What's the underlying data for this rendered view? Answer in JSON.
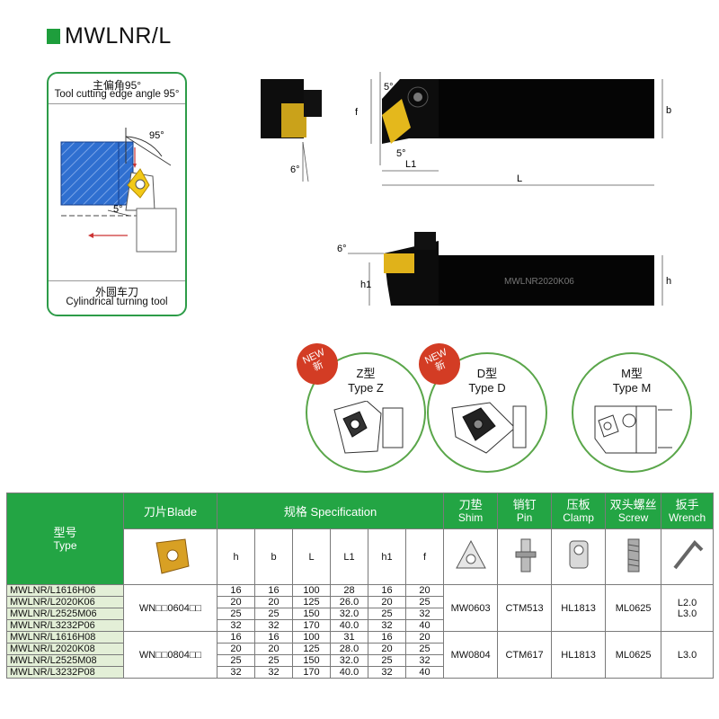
{
  "title": "MWLNR/L",
  "angle_box": {
    "zh": "主偏角95°",
    "en": "Tool cutting edge angle 95°",
    "angle_95": "95°",
    "angle_5": "5°",
    "bottom_zh": "外圆车刀",
    "bottom_en": "Cylindrical turning tool"
  },
  "drawing": {
    "angle_5_top": "5°",
    "angle_5_bottom": "5°",
    "angle_6_left": "6°",
    "angle_6_side": "6°",
    "f": "f",
    "b": "b",
    "L1": "L1",
    "L": "L",
    "h": "h",
    "h1": "h1",
    "engraving": "MWLNR2020K06"
  },
  "types": [
    {
      "zh": "Z型",
      "en": "Type Z",
      "badge": "NEW",
      "badge_zh": "新"
    },
    {
      "zh": "D型",
      "en": "Type D",
      "badge": "NEW",
      "badge_zh": "新"
    },
    {
      "zh": "M型",
      "en": "Type M"
    }
  ],
  "table": {
    "headers": {
      "type_zh": "型号",
      "type_en": "Type",
      "blade": "刀片Blade",
      "spec": "规格 Specification",
      "shim_zh": "刀垫",
      "shim_en": "Shim",
      "pin_zh": "销钉",
      "pin_en": "Pin",
      "clamp_zh": "压板",
      "clamp_en": "Clamp",
      "screw_zh": "双头螺丝",
      "screw_en": "Screw",
      "wrench_zh": "扳手",
      "wrench_en": "Wrench"
    },
    "params": [
      "h",
      "b",
      "L",
      "L1",
      "h1",
      "f"
    ],
    "groups": [
      {
        "blade": "WN□□0604□□",
        "shim": "MW0603",
        "pin": "CTM513",
        "clamp": "HL1813",
        "screw": "ML0625",
        "wrench": "L2.0\nL3.0",
        "rows": [
          {
            "type": "MWLNR/L1616H06",
            "v": [
              "16",
              "16",
              "100",
              "28",
              "16",
              "20"
            ]
          },
          {
            "type": "MWLNR/L2020K06",
            "v": [
              "20",
              "20",
              "125",
              "26.0",
              "20",
              "25"
            ]
          },
          {
            "type": "MWLNR/L2525M06",
            "v": [
              "25",
              "25",
              "150",
              "32.0",
              "25",
              "32"
            ]
          },
          {
            "type": "MWLNR/L3232P06",
            "v": [
              "32",
              "32",
              "170",
              "40.0",
              "32",
              "40"
            ]
          }
        ]
      },
      {
        "blade": "WN□□0804□□",
        "shim": "MW0804",
        "pin": "CTM617",
        "clamp": "HL1813",
        "screw": "ML0625",
        "wrench": "L3.0",
        "rows": [
          {
            "type": "MWLNR/L1616H08",
            "v": [
              "16",
              "16",
              "100",
              "31",
              "16",
              "20"
            ]
          },
          {
            "type": "MWLNR/L2020K08",
            "v": [
              "20",
              "20",
              "125",
              "28.0",
              "20",
              "25"
            ]
          },
          {
            "type": "MWLNR/L2525M08",
            "v": [
              "25",
              "25",
              "150",
              "32.0",
              "25",
              "32"
            ]
          },
          {
            "type": "MWLNR/L3232P08",
            "v": [
              "32",
              "32",
              "170",
              "40.0",
              "32",
              "40"
            ]
          }
        ]
      }
    ]
  }
}
